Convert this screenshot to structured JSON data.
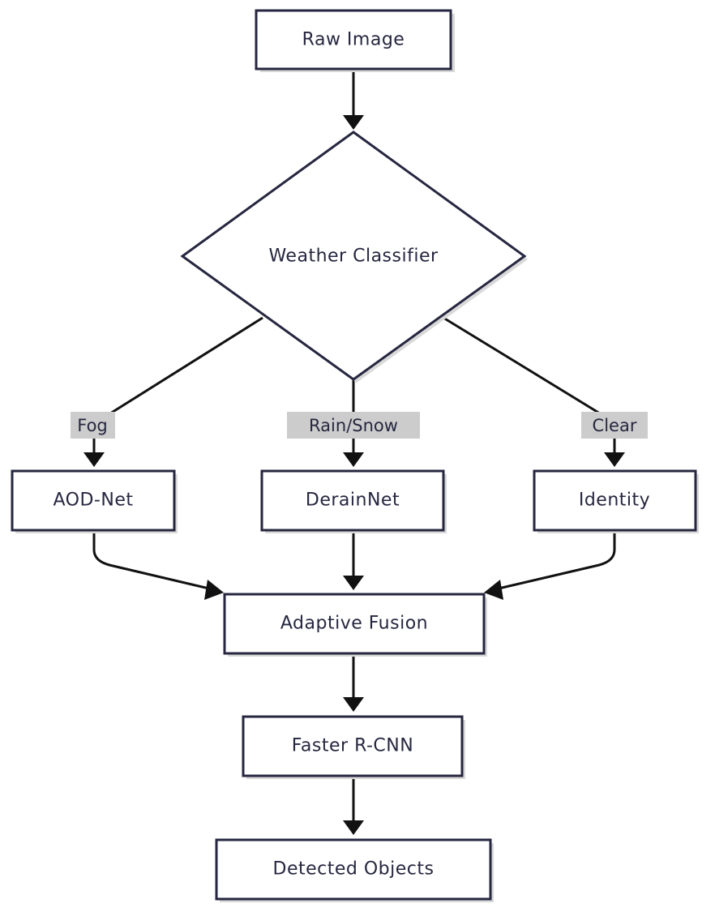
{
  "nodes": {
    "raw_image": "Raw Image",
    "weather_classifier": "Weather Classifier",
    "aod_net": "AOD-Net",
    "derainnet": "DerainNet",
    "identity": "Identity",
    "adaptive_fusion": "Adaptive Fusion",
    "faster_rcnn": "Faster R-CNN",
    "detected_objects": "Detected Objects"
  },
  "edge_labels": {
    "fog": "Fog",
    "rain_snow": "Rain/Snow",
    "clear": "Clear"
  },
  "colors": {
    "node_stroke": "#262640",
    "edge": "#111111",
    "label_background": "#cccccc",
    "shadow": "#d9d9d9"
  }
}
